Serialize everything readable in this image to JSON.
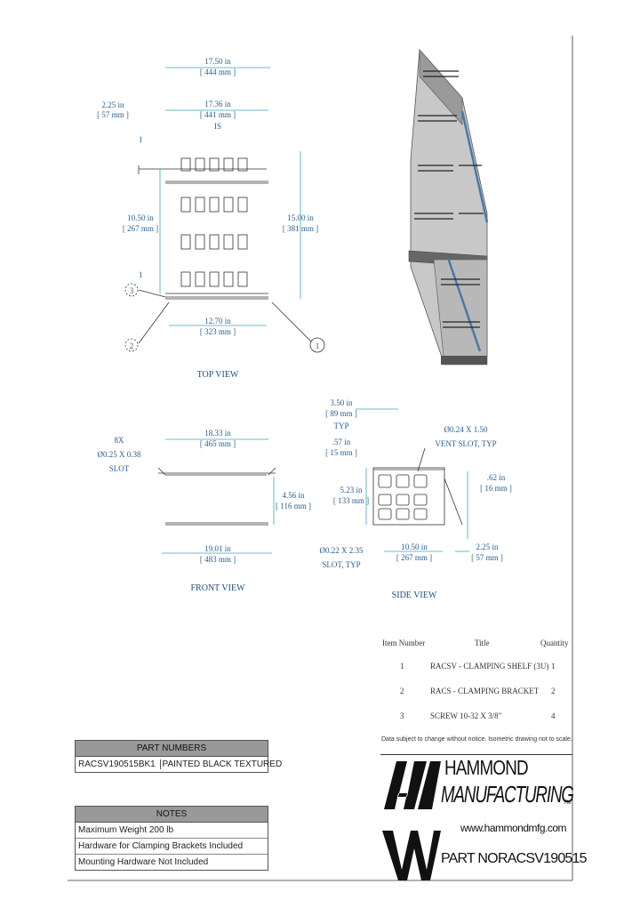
{
  "top_view": {
    "title": "TOP VIEW",
    "dim_overall_in": "17.50 in",
    "dim_overall_mm": "[ 444 mm ]",
    "dim_inner_in": "17.36 in",
    "dim_inner_mm": "[ 441 mm ]",
    "dim_inner_note": "IS",
    "dim_edge_in": "2.25 in",
    "dim_edge_mm": "[ 57 mm ]",
    "dim_depth_in": "10.50 in",
    "dim_depth_mm": "[ 267 mm ]",
    "dim_total_in": "15.00 in",
    "dim_total_mm": "[ 381 mm ]",
    "dim_bottom_in": "12.70 in",
    "dim_bottom_mm": "[ 323 mm ]",
    "callout_1": "1",
    "callout_2": "2",
    "callout_3": "3"
  },
  "front_view": {
    "title": "FRONT VIEW",
    "slot_count": "8X",
    "slot_size": "Ø0.25 X 0.38",
    "slot_label": "SLOT",
    "dim_top_in": "18.33 in",
    "dim_top_mm": "[ 465 mm ]",
    "dim_height_in": "4.56 in",
    "dim_height_mm": "[ 116 mm ]",
    "dim_bottom_in": "19.01 in",
    "dim_bottom_mm": "[ 483 mm ]"
  },
  "side_view": {
    "title": "SIDE VIEW",
    "dim_a_in": "3.50 in",
    "dim_a_mm": "[ 89 mm ]",
    "dim_a_note": "TYP",
    "dim_b_in": ".57 in",
    "dim_b_mm": "[ 15 mm ]",
    "vent_size": "Ø0.24 X 1.50",
    "vent_label": "VENT SLOT, TYP",
    "dim_c_in": "5.23 in",
    "dim_c_mm": "[ 133 mm ]",
    "dim_d_in": ".62 in",
    "dim_d_mm": "[ 16 mm ]",
    "slot_size": "Ø0.22 X 2.35",
    "slot_label": "SLOT, TYP",
    "dim_e_in": "10.50 in",
    "dim_e_mm": "[ 267 mm ]",
    "dim_f_in": "2.25 in",
    "dim_f_mm": "[ 57 mm ]"
  },
  "bom": {
    "headers": [
      "Item Number",
      "Title",
      "Quantity"
    ],
    "rows": [
      {
        "item": "1",
        "title": "RACSV - CLAMPING SHELF (3U)",
        "qty": "1"
      },
      {
        "item": "2",
        "title": "RACS - CLAMPING BRACKET",
        "qty": "2"
      },
      {
        "item": "3",
        "title": "SCREW 10-32 X 3/8\"",
        "qty": "4"
      }
    ],
    "disclaimer": "Data subject to change without notice. Isometric drawing not to scale."
  },
  "part_numbers": {
    "header": "PART NUMBERS",
    "part": "RACSV190515BK1",
    "finish": "PAINTED BLACK TEXTURED"
  },
  "notes": {
    "header": "NOTES",
    "lines": [
      "Maximum Weight 200 lb",
      "Hardware for Clamping Brackets Included",
      "Mounting Hardware Not Included"
    ]
  },
  "company": {
    "name_line1": "HAMMOND",
    "name_line2": "MANUFACTURING",
    "tm": "TM",
    "website": "www.hammondmfg.com",
    "part_no_label": "PART NO.",
    "part_no": "RACSV190515"
  }
}
